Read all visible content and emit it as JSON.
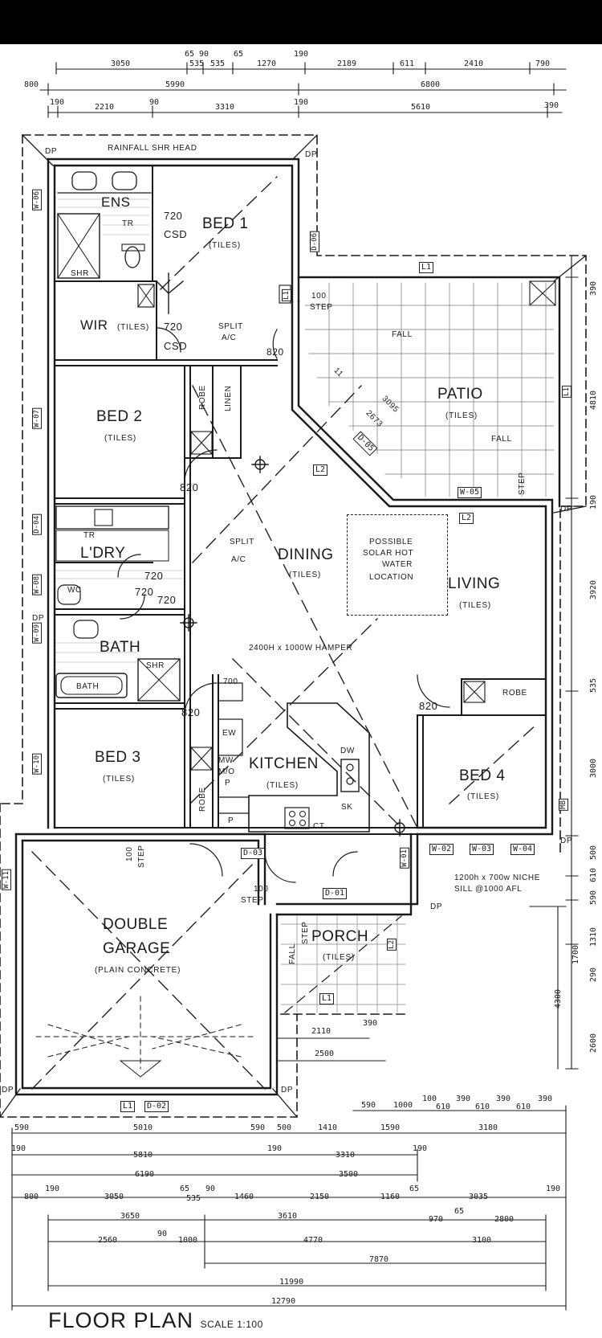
{
  "title": "FLOOR PLAN",
  "scale": "SCALE 1:100",
  "rooms": {
    "ens": "ENS",
    "bed1": "BED 1",
    "wir": "WIR",
    "bed2": "BED 2",
    "ldry": "L'DRY",
    "bath": "BATH",
    "bed3": "BED 3",
    "dining": "DINING",
    "patio": "PATIO",
    "living": "LIVING",
    "kitchen": "KITCHEN",
    "bed4": "BED 4",
    "garage_line1": "DOUBLE",
    "garage_line2": "GARAGE",
    "porch": "PORCH"
  },
  "finishes": {
    "tiles": "(TILES)",
    "plain_concrete": "(PLAIN CONCRETE)"
  },
  "notes": {
    "rainfall": "RAINFALL SHR HEAD",
    "split": "SPLIT",
    "ac": "A/C",
    "hamper": "2400H x 1000W HAMPER",
    "solar_1": "POSSIBLE",
    "solar_2": "SOLAR HOT",
    "solar_3": "WATER",
    "solar_4": "LOCATION",
    "niche_1": "1200h x 700w NICHE",
    "niche_2": "SILL @1000 AFL",
    "fall": "FALL",
    "step": "STEP",
    "step_100": "100",
    "robe": "ROBE",
    "linen": "LINEN",
    "csd": "CSD",
    "shr": "SHR",
    "tr": "TR",
    "wc": "WC",
    "ew": "EW",
    "mw": "MW",
    "mo": "M/O",
    "dw": "DW",
    "sk": "SK",
    "p": "P",
    "ct": "CT",
    "dp": "DP",
    "bath_tub": "BATH",
    "w720": "720",
    "w820": "820",
    "w700": "700",
    "patio_3095": "3095",
    "patio_2673": "2673",
    "patio_11": "11"
  },
  "tags": {
    "l1": "L1",
    "l2": "L2",
    "d01": "D-01",
    "d02": "D-02",
    "d03": "D-03",
    "d04": "D-04",
    "d05": "D-05",
    "d06": "D-06",
    "w01": "W-01",
    "w02": "W-02",
    "w03": "W-03",
    "w04": "W-04",
    "w05": "W-05",
    "w06": "W-06",
    "w07": "W-07",
    "w08": "W-08",
    "w09": "W-09",
    "w10": "W-10",
    "w11": "W-11",
    "mb": "MB"
  },
  "dims_top": {
    "r1": [
      "65",
      "90",
      "65",
      "190"
    ],
    "r2": [
      "3050",
      "535",
      "535",
      "1270",
      "2189",
      "611",
      "2410",
      "790"
    ],
    "r3": [
      "800",
      "5990",
      "6800"
    ],
    "r4": [
      "190",
      "2210",
      "90",
      "3310",
      "190",
      "5610",
      "390"
    ]
  },
  "dims_right": [
    "390",
    "4810",
    "190",
    "3920",
    "535",
    "3000",
    "500",
    "610",
    "590",
    "1310",
    "1700",
    "290",
    "4300",
    "2600"
  ],
  "dims_inner": [
    "2110",
    "390",
    "2500"
  ],
  "dims_bottom": {
    "r1": [
      "590",
      "1000",
      "100",
      "610",
      "390",
      "610",
      "390",
      "610",
      "390"
    ],
    "r2": [
      "590",
      "5010",
      "590",
      "500",
      "1410",
      "1590",
      "3180"
    ],
    "r3": [
      "190",
      "5810",
      "190",
      "3310",
      "190"
    ],
    "r4": [
      "6190",
      "3500"
    ],
    "r5": [
      "800",
      "190",
      "3050",
      "65",
      "535",
      "90",
      "1460",
      "2150",
      "1160",
      "65",
      "3035",
      "190"
    ],
    "r6": [
      "3650",
      "3610",
      "970",
      "65",
      "2800"
    ],
    "r7": [
      "2560",
      "90",
      "1000",
      "4770",
      "3100"
    ],
    "r8": [
      "7870"
    ],
    "r9": [
      "11990"
    ],
    "r10": [
      "12790"
    ]
  }
}
